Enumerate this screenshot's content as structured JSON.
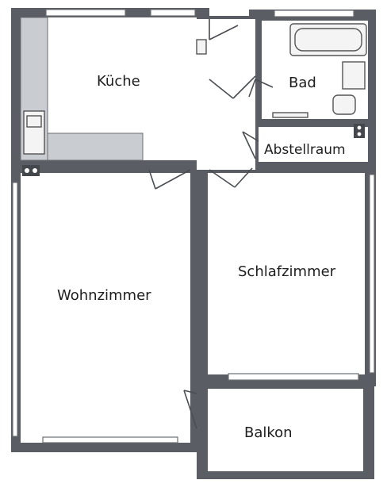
{
  "rooms": {
    "kueche": "Küche",
    "bad": "Bad",
    "abstellraum": "Abstellraum",
    "wohnzimmer": "Wohnzimmer",
    "schlafzimmer": "Schlafzimmer",
    "balkon": "Balkon"
  },
  "colors": {
    "wall": "#5a5d63",
    "floor": "#ffffff",
    "counter": "#c9ccd0"
  }
}
